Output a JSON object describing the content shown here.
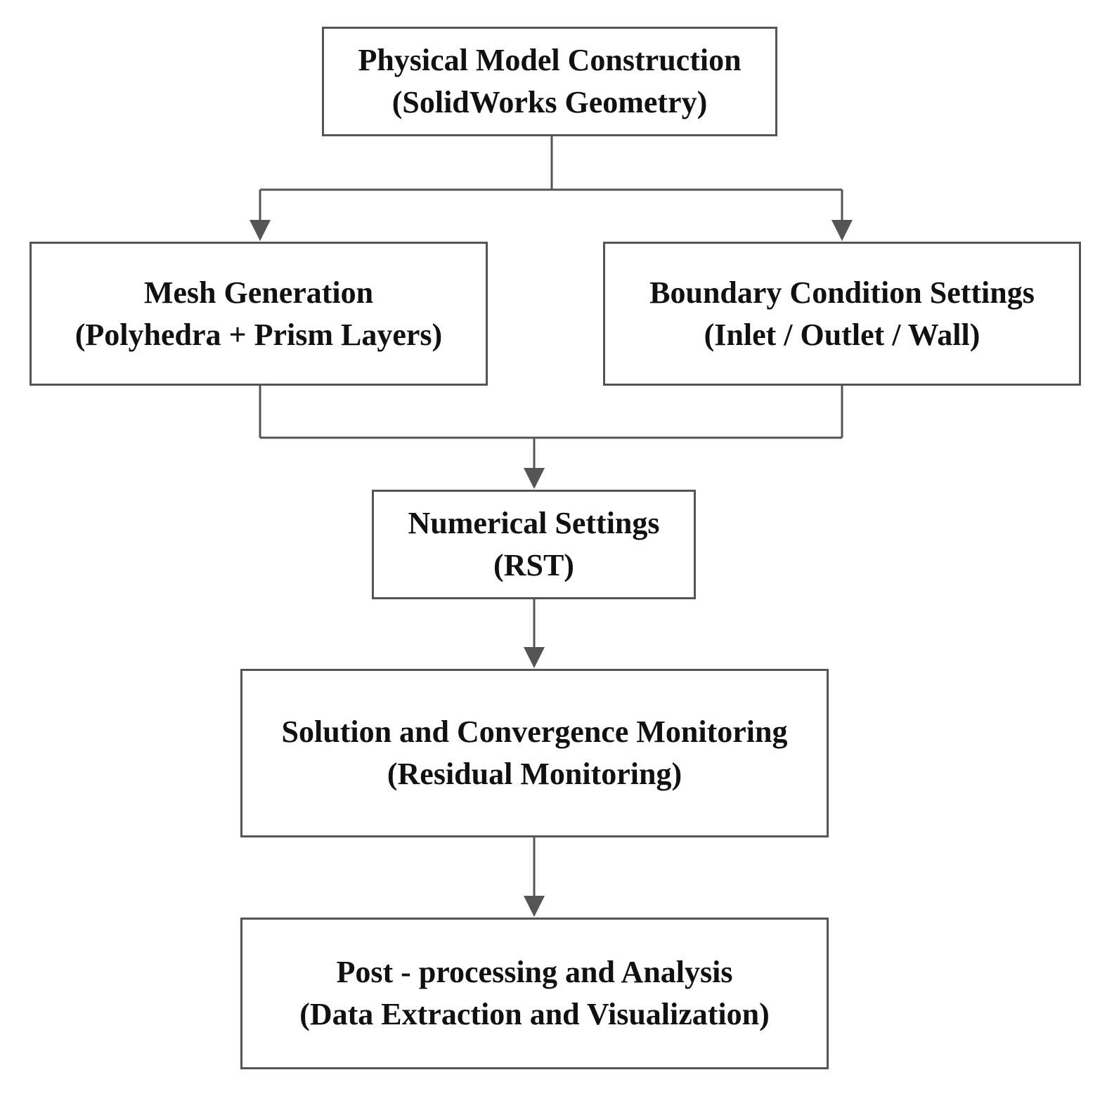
{
  "diagram": {
    "colors": {
      "line": "#555555",
      "box_border": "#555555",
      "text": "#111111",
      "background": "#ffffff"
    },
    "nodes": {
      "physical_model": {
        "title": "Physical Model Construction",
        "subtitle": "(SolidWorks Geometry)"
      },
      "mesh_generation": {
        "title": "Mesh Generation",
        "subtitle": "(Polyhedra + Prism Layers)"
      },
      "boundary_conditions": {
        "title": "Boundary Condition Settings",
        "subtitle": "(Inlet / Outlet / Wall)"
      },
      "numerical_settings": {
        "title": "Numerical Settings",
        "subtitle": "(RST)"
      },
      "solution_monitoring": {
        "title": "Solution and Convergence Monitoring",
        "subtitle": "(Residual Monitoring)"
      },
      "post_processing": {
        "title": "Post - processing and Analysis",
        "subtitle": "(Data Extraction and Visualization)"
      }
    },
    "edges": [
      {
        "from": "physical_model",
        "to": "mesh_generation"
      },
      {
        "from": "physical_model",
        "to": "boundary_conditions"
      },
      {
        "from": "mesh_generation",
        "to": "numerical_settings"
      },
      {
        "from": "boundary_conditions",
        "to": "numerical_settings"
      },
      {
        "from": "numerical_settings",
        "to": "solution_monitoring"
      },
      {
        "from": "solution_monitoring",
        "to": "post_processing"
      }
    ]
  }
}
